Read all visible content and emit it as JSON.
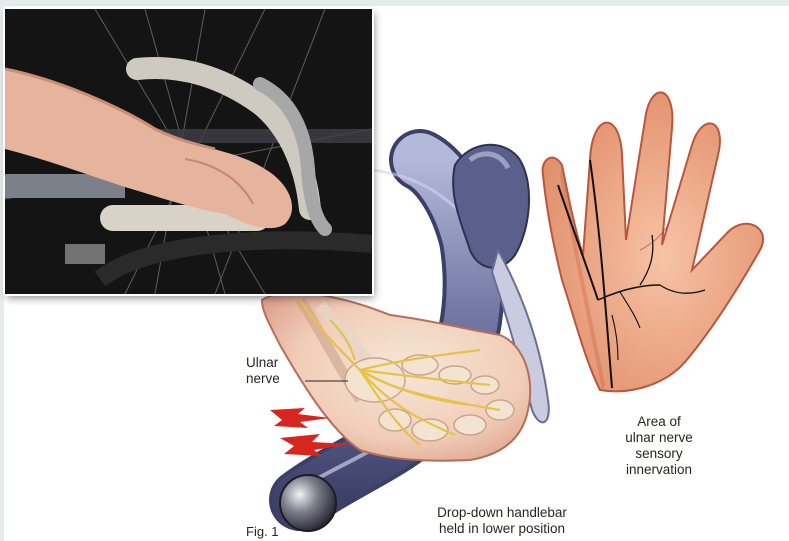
{
  "labels": {
    "ulnar_nerve": [
      "Ulnar",
      "nerve"
    ],
    "sensory_area": [
      "Area of",
      "ulnar nerve",
      "sensory",
      "innervation"
    ],
    "handlebar": [
      "Drop-down handlebar",
      "held in lower position"
    ],
    "figure": "Fig. 1"
  },
  "colors": {
    "background": "#ffffff",
    "skin": "#e89c79",
    "skin_dark": "#c2684c",
    "nerve": "#e7c24a",
    "handlebar": "#6c7099",
    "handlebar_light": "#a8add0",
    "pain_bolt": "#d7261e",
    "photo_bg": "#151515"
  },
  "icons": {
    "pain": "lightning-bolt-icon"
  }
}
